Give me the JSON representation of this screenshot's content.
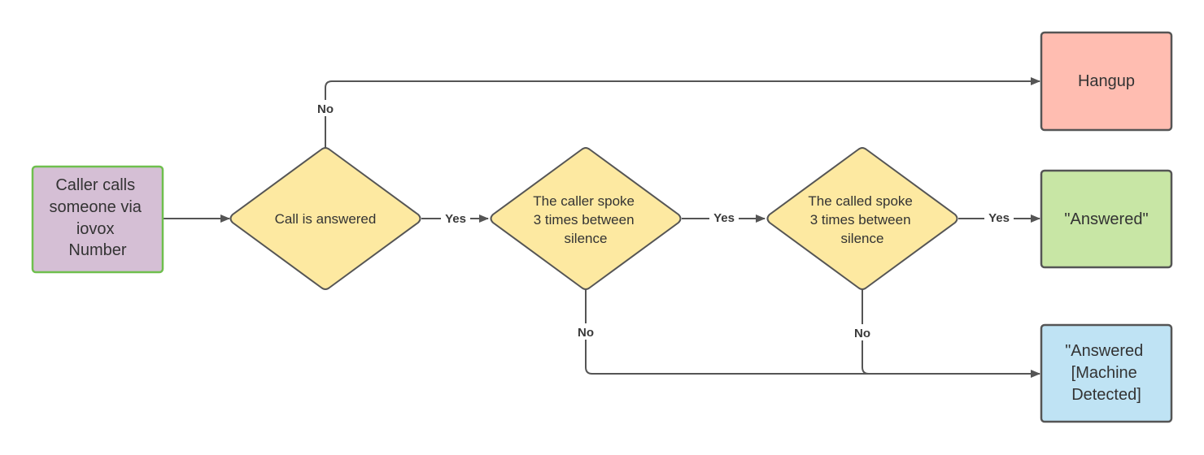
{
  "colors": {
    "start_fill": "#d5bfd5",
    "start_stroke": "#6fbf4e",
    "decision_fill": "#fde9a1",
    "hangup_fill": "#ffbdb1",
    "answered_fill": "#c8e6a5",
    "machine_fill": "#bfe3f4",
    "node_stroke": "#555555",
    "edge": "#555555"
  },
  "nodes": {
    "start": {
      "lines": [
        "Caller calls",
        "someone via",
        "iovox",
        "Number"
      ]
    },
    "call_answered": {
      "lines": [
        "Call is answered"
      ]
    },
    "caller_spoke": {
      "lines": [
        "The caller spoke",
        "3 times between",
        "silence"
      ]
    },
    "called_spoke": {
      "lines": [
        "The called spoke",
        "3 times between",
        "silence"
      ]
    },
    "hangup": {
      "lines": [
        "Hangup"
      ]
    },
    "answered": {
      "lines": [
        "\"Answered\""
      ]
    },
    "machine": {
      "lines": [
        "\"Answered",
        "[Machine",
        "Detected]"
      ]
    }
  },
  "edges": {
    "call_answered_no": "No",
    "call_answered_yes": "Yes",
    "caller_spoke_yes": "Yes",
    "caller_spoke_no": "No",
    "called_spoke_yes": "Yes",
    "called_spoke_no": "No"
  }
}
